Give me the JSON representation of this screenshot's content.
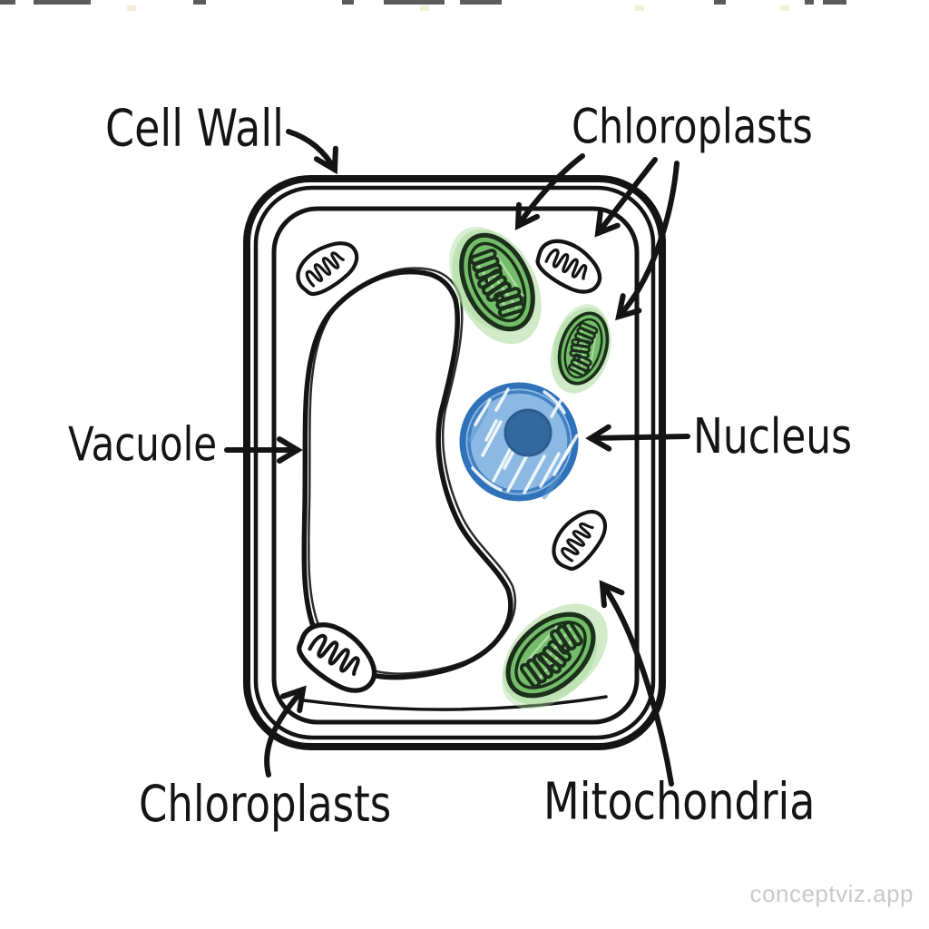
{
  "page": {
    "background": "#ffffff"
  },
  "labels": {
    "cell_wall": "Cell Wall",
    "chloroplasts_top": "Chloroplasts",
    "vacuole": "Vacuole",
    "nucleus": "Nucleus",
    "chloroplasts_bottom": "Chloroplasts",
    "mitochondria": "Mitochondria"
  },
  "watermark": {
    "text": "conceptviz.app"
  },
  "colors": {
    "background": "#ffffff",
    "ink": "#141414",
    "chl_green": "#74bd6a",
    "chl_halo": "#a3d794",
    "chl_outline": "#1b2f1a",
    "nucleus_fill": "#8cb9e3",
    "nucleus_outline": "#2f72ba",
    "nucleolus": "#33689e",
    "watermark": "#c9c9c9"
  },
  "figure": {
    "type": "hand-drawn plant cell diagram",
    "visible_shapes": {
      "mitochondria": 4,
      "chloroplasts": 3,
      "nucleus": 1,
      "nucleolus": 1,
      "vacuole": 1,
      "cell_wall": 1
    }
  }
}
